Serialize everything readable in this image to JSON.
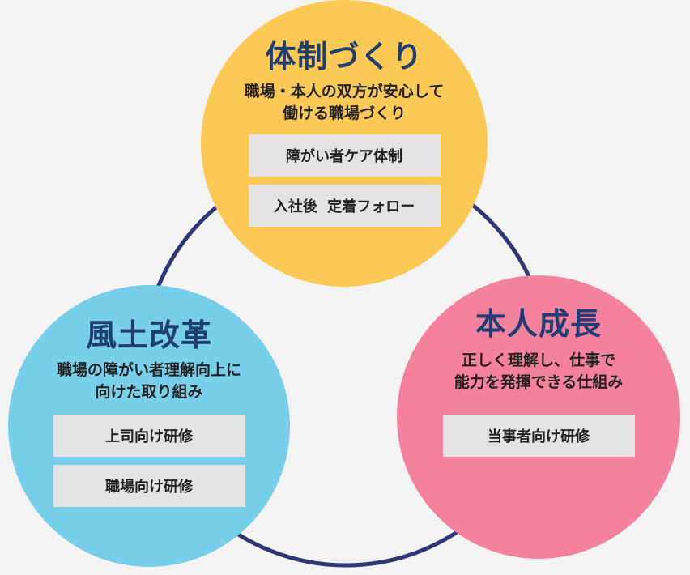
{
  "colors": {
    "background": "#f4f4f4",
    "ring": "#2f3777",
    "top_circle": "#fcc955",
    "left_circle": "#77cfe9",
    "right_circle": "#f4819e",
    "title_text": "#1f3f73",
    "box_fill": "#e3e3e3"
  },
  "top": {
    "title": "体制づくり",
    "desc_line1": "職場・本人の双方が安心して",
    "desc_line2": "働ける職場づくり",
    "box1": "障がい者ケア体制",
    "box2": "入社後  定着フォロー"
  },
  "left": {
    "title": "風土改革",
    "desc_line1": "職場の障がい者理解向上に",
    "desc_line2": "向けた取り組み",
    "box1": "上司向け研修",
    "box2": "職場向け研修"
  },
  "right": {
    "title": "本人成長",
    "desc_line1": "正しく理解し、仕事で",
    "desc_line2": "能力を発揮できる仕組み",
    "box1": "当事者向け研修"
  }
}
